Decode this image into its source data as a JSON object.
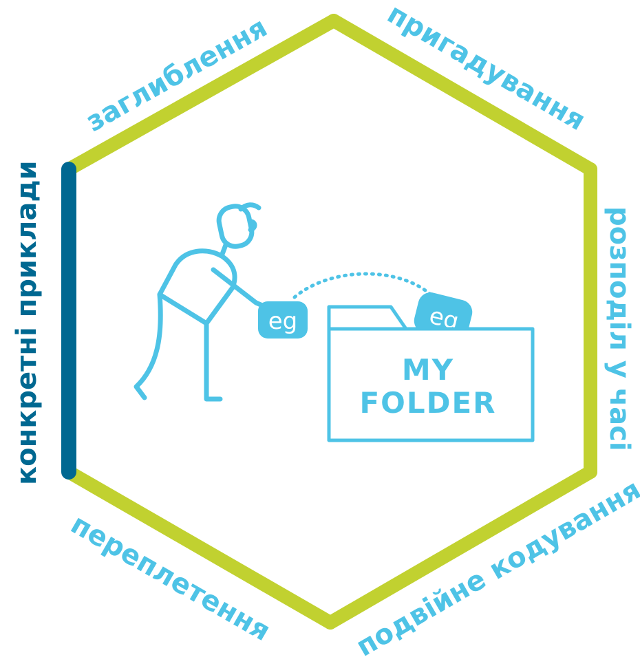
{
  "diagram": {
    "labels": {
      "top_left": "заглиблення",
      "top_right": "пригадування",
      "right": "розподіл у часі",
      "bottom_right": "подвійне кодування",
      "bottom_left": "переплетення",
      "left": "конкретні приклади"
    },
    "folder": {
      "line1": "MY",
      "line2": "FOLDER"
    },
    "example_tag": "eg",
    "example_tag_in_folder": "eg"
  },
  "colors": {
    "hexagon_green": "#c1d130",
    "highlight_blue": "#006891",
    "illustration_cyan": "#4ec3e6"
  }
}
